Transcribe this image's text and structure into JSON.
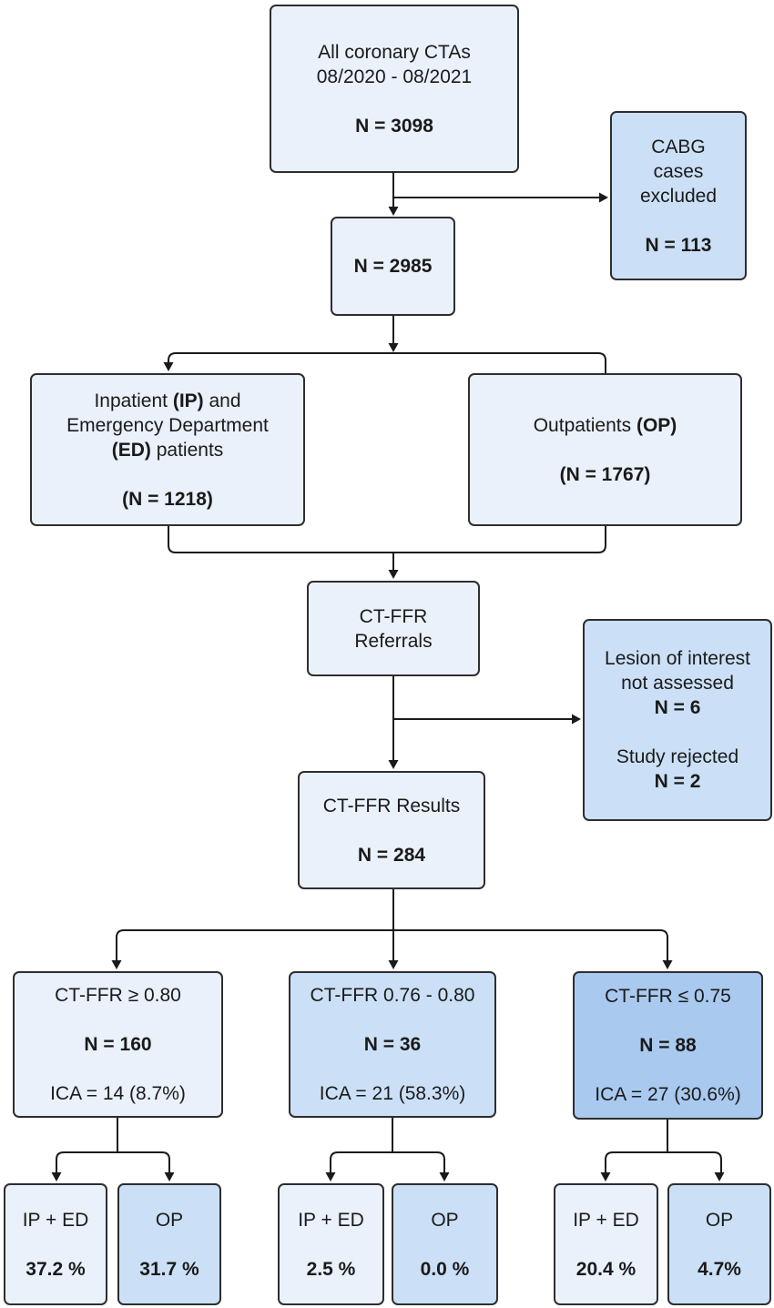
{
  "title": "CT-FFR patient flow diagram",
  "colors": {
    "box_light": "#eaf1fb",
    "box_medium": "#cbe0f6",
    "box_dark": "#a9c9ef",
    "box_border": "#2e2e2e",
    "line": "#1a1a1a",
    "text": "#1a1a1a",
    "background": "#ffffff"
  },
  "boxes": {
    "all_ctas": {
      "lines": [
        [
          [
            "All coronary CTAs",
            0
          ]
        ],
        [
          [
            "08/2020 - 08/2021",
            0
          ]
        ],
        [],
        [
          [
            "N = 3098",
            1
          ]
        ]
      ]
    },
    "cabg": {
      "lines": [
        [
          [
            "CABG",
            0
          ]
        ],
        [
          [
            "cases",
            0
          ]
        ],
        [
          [
            "excluded",
            0
          ]
        ],
        [],
        [
          [
            "N = 113",
            1
          ]
        ]
      ]
    },
    "n2985": {
      "lines": [
        [
          [
            "N = 2985",
            1
          ]
        ]
      ]
    },
    "ip_ed": {
      "lines": [
        [
          [
            "Inpatient ",
            0
          ],
          [
            "(IP)",
            1
          ],
          [
            " and",
            0
          ]
        ],
        [
          [
            "Emergency Department",
            0
          ]
        ],
        [
          [
            "(ED)",
            1
          ],
          [
            " patients",
            0
          ]
        ],
        [],
        [
          [
            "(N = 1218)",
            1
          ]
        ]
      ]
    },
    "op": {
      "lines": [
        [
          [
            "Outpatients ",
            0
          ],
          [
            "(OP)",
            1
          ]
        ],
        [],
        [
          [
            "(N = 1767)",
            1
          ]
        ]
      ]
    },
    "referrals": {
      "lines": [
        [
          [
            "CT-FFR",
            0
          ]
        ],
        [
          [
            "Referrals",
            0
          ]
        ]
      ]
    },
    "lesion": {
      "lines": [
        [
          [
            "Lesion of interest",
            0
          ]
        ],
        [
          [
            "not assessed",
            0
          ]
        ],
        [
          [
            "N = 6",
            1
          ]
        ],
        [],
        [
          [
            "Study rejected",
            0
          ]
        ],
        [
          [
            "N = 2",
            1
          ]
        ]
      ]
    },
    "results": {
      "lines": [
        [
          [
            "CT-FFR Results",
            0
          ]
        ],
        [],
        [
          [
            "N = 284",
            1
          ]
        ]
      ]
    },
    "cat_ge080": {
      "lines": [
        [
          [
            "CT-FFR ≥ 0.80",
            0
          ]
        ],
        [],
        [
          [
            "N = 160",
            1
          ]
        ],
        [],
        [
          [
            "ICA = 14 (8.7%)",
            0
          ]
        ]
      ]
    },
    "cat_mid": {
      "lines": [
        [
          [
            "CT-FFR 0.76 - 0.80",
            0
          ]
        ],
        [],
        [
          [
            "N = 36",
            1
          ]
        ],
        [],
        [
          [
            "ICA = 21 (58.3%)",
            0
          ]
        ]
      ]
    },
    "cat_le075": {
      "lines": [
        [
          [
            "CT-FFR ≤ 0.75",
            0
          ]
        ],
        [],
        [
          [
            "N = 88",
            1
          ]
        ],
        [],
        [
          [
            "ICA = 27 (30.6%)",
            0
          ]
        ]
      ]
    },
    "g1_iped": {
      "lines": [
        [
          [
            "IP + ED",
            0
          ]
        ],
        [],
        [
          [
            "37.2 %",
            1
          ]
        ]
      ]
    },
    "g1_op": {
      "lines": [
        [
          [
            "OP",
            0
          ]
        ],
        [],
        [
          [
            "31.7 %",
            1
          ]
        ]
      ]
    },
    "g2_iped": {
      "lines": [
        [
          [
            "IP + ED",
            0
          ]
        ],
        [],
        [
          [
            "2.5 %",
            1
          ]
        ]
      ]
    },
    "g2_op": {
      "lines": [
        [
          [
            "OP",
            0
          ]
        ],
        [],
        [
          [
            "0.0 %",
            1
          ]
        ]
      ]
    },
    "g3_iped": {
      "lines": [
        [
          [
            "IP + ED",
            0
          ]
        ],
        [],
        [
          [
            "20.4 %",
            1
          ]
        ]
      ]
    },
    "g3_op": {
      "lines": [
        [
          [
            "OP",
            0
          ]
        ],
        [],
        [
          [
            "4.7%",
            1
          ]
        ]
      ]
    }
  }
}
